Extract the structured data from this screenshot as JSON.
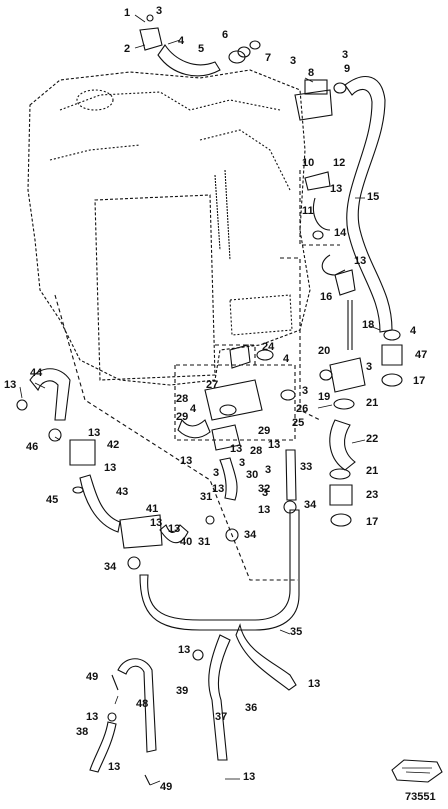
{
  "diagram": {
    "reference_number": "73551",
    "callouts": [
      "1",
      "2",
      "3",
      "3",
      "3",
      "4",
      "5",
      "6",
      "7",
      "8",
      "9",
      "10",
      "11",
      "12",
      "13",
      "13",
      "14",
      "15",
      "16",
      "3",
      "18",
      "4",
      "47",
      "17",
      "24",
      "4",
      "20",
      "19",
      "21",
      "22",
      "21",
      "23",
      "17",
      "27",
      "28",
      "29",
      "26",
      "25",
      "29",
      "28",
      "13",
      "13",
      "13",
      "33",
      "30",
      "3",
      "32",
      "34",
      "13",
      "34",
      "31",
      "40",
      "41",
      "13",
      "13",
      "34",
      "35",
      "13",
      "13",
      "39",
      "37",
      "36",
      "13",
      "13",
      "49",
      "48",
      "38",
      "13",
      "49",
      "44",
      "13",
      "46",
      "13",
      "42",
      "13",
      "45",
      "43",
      "4",
      "3",
      "3",
      "3",
      "13",
      "31",
      "3"
    ],
    "icons": {
      "boat_icon": "boat-outline-icon"
    }
  }
}
